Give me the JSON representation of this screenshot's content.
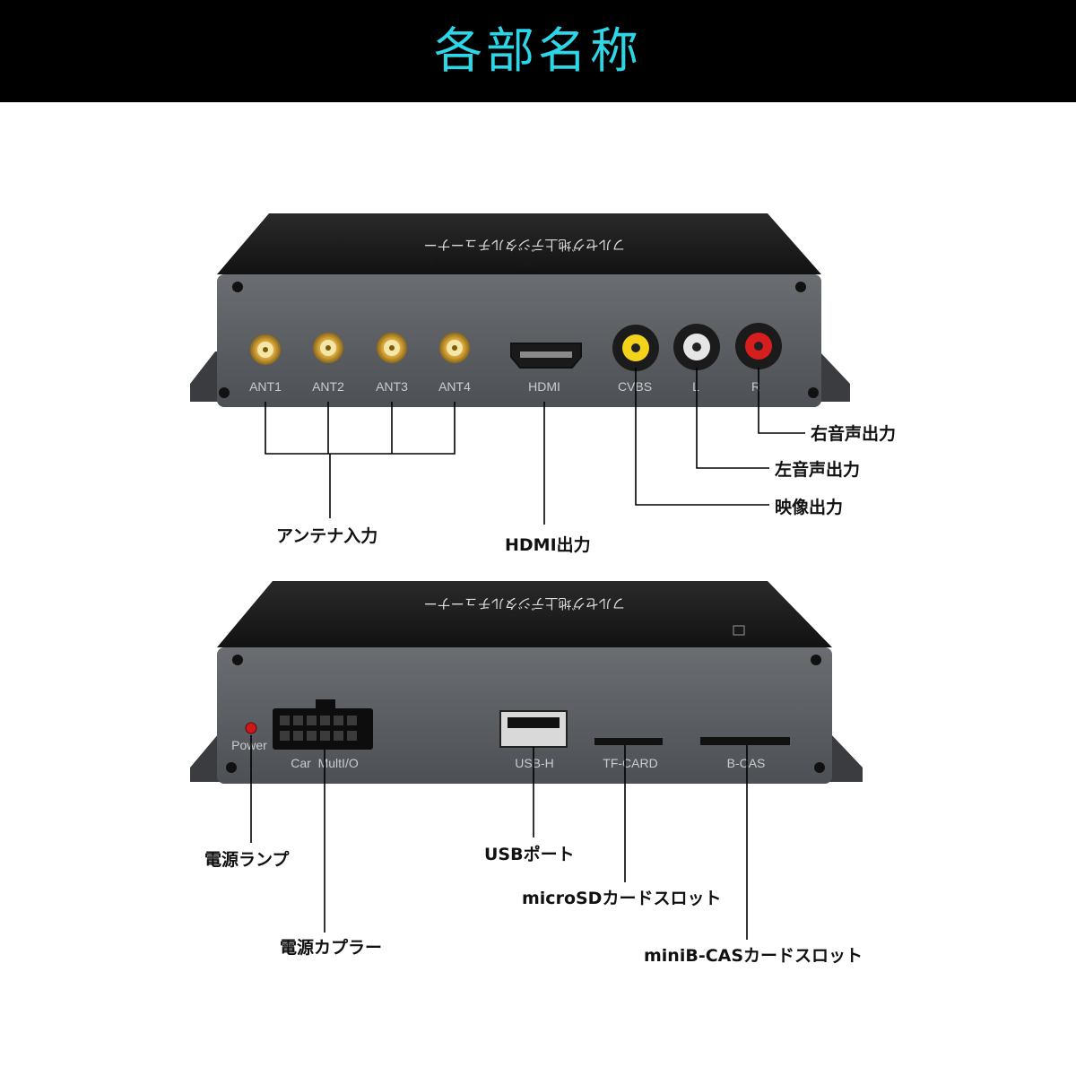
{
  "header": {
    "title": "各部名称"
  },
  "top_unit": {
    "top_label": "フルセグ地上デジタルチューナー",
    "ports": {
      "ant1": "ANT1",
      "ant2": "ANT2",
      "ant3": "ANT3",
      "ant4": "ANT4",
      "hdmi": "HDMI",
      "cvbs": "CVBS",
      "l": "L",
      "r": "R"
    },
    "callouts": {
      "antenna_input": "アンテナ入力",
      "hdmi_output": "HDMI出力",
      "right_audio": "右音声出力",
      "left_audio": "左音声出力",
      "video_output": "映像出力"
    }
  },
  "bottom_unit": {
    "top_label": "フルセグ地上デジタルチューナー",
    "ports": {
      "power": "Power",
      "car_multi": "Car  MultI/O",
      "usb": "USB-H",
      "tf": "TF-CARD",
      "bcas": "B-CAS"
    },
    "callouts": {
      "power_lamp": "電源ランプ",
      "power_coupler": "電源カプラー",
      "usb_port": "USBポート",
      "microsd_slot": "microSDカードスロット",
      "minibcas_slot": "miniB-CASカードスロット"
    }
  },
  "colors": {
    "title": "#2cd6e6",
    "body": "#5b5e62",
    "jack_yellow": "#f2d21a",
    "jack_red": "#d61e1e",
    "led": "#d01818"
  }
}
